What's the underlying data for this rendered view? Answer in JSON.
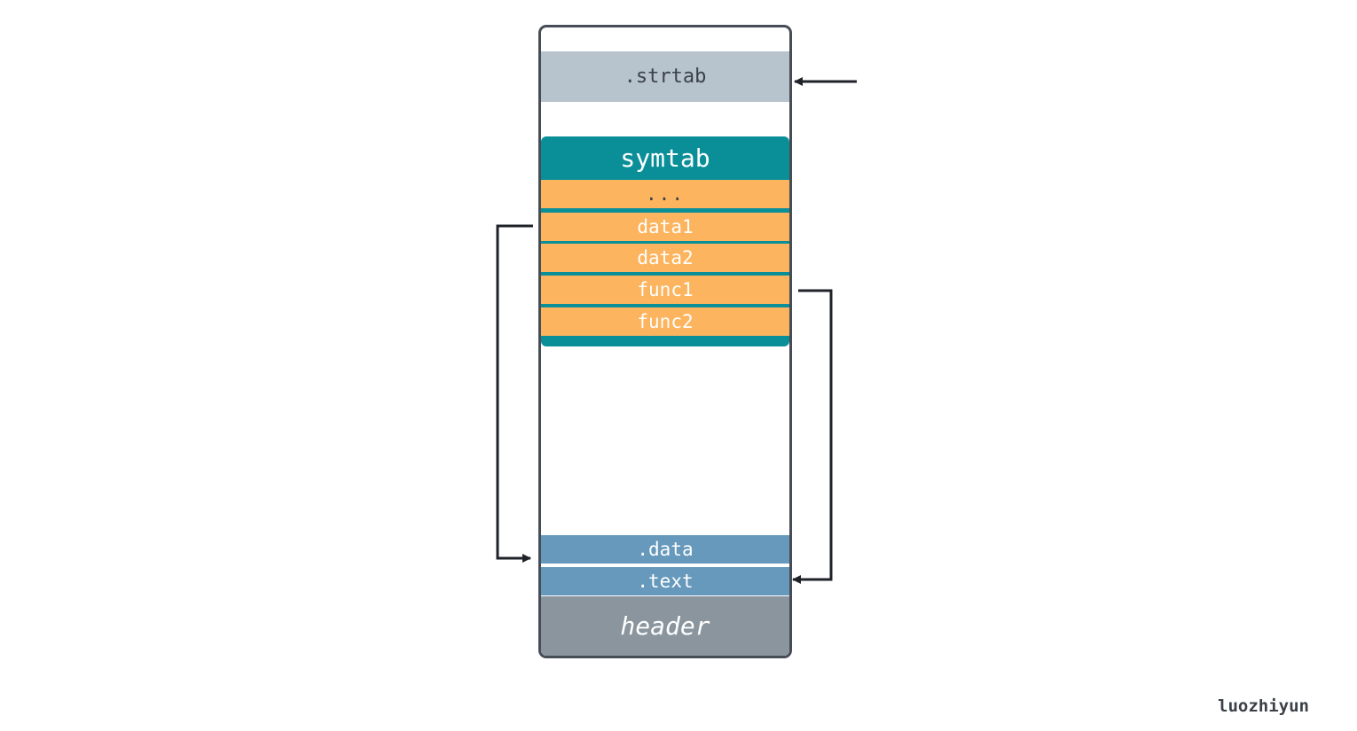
{
  "sections": {
    "strtab": ".strtab",
    "symtab": "symtab",
    "data": ".data",
    "text": ".text",
    "header": "header"
  },
  "symtab_entries": [
    "...",
    "data1",
    "data2",
    "func1",
    "func2"
  ],
  "author": "luozhiyun",
  "colors": {
    "frame": "#474d56",
    "strtab": "#b7c3cd",
    "symtab": "#0a8f99",
    "symtab_entry": "#fdb45e",
    "section": "#6699bb",
    "header": "#8a959e",
    "arrow": "#1f2329"
  }
}
